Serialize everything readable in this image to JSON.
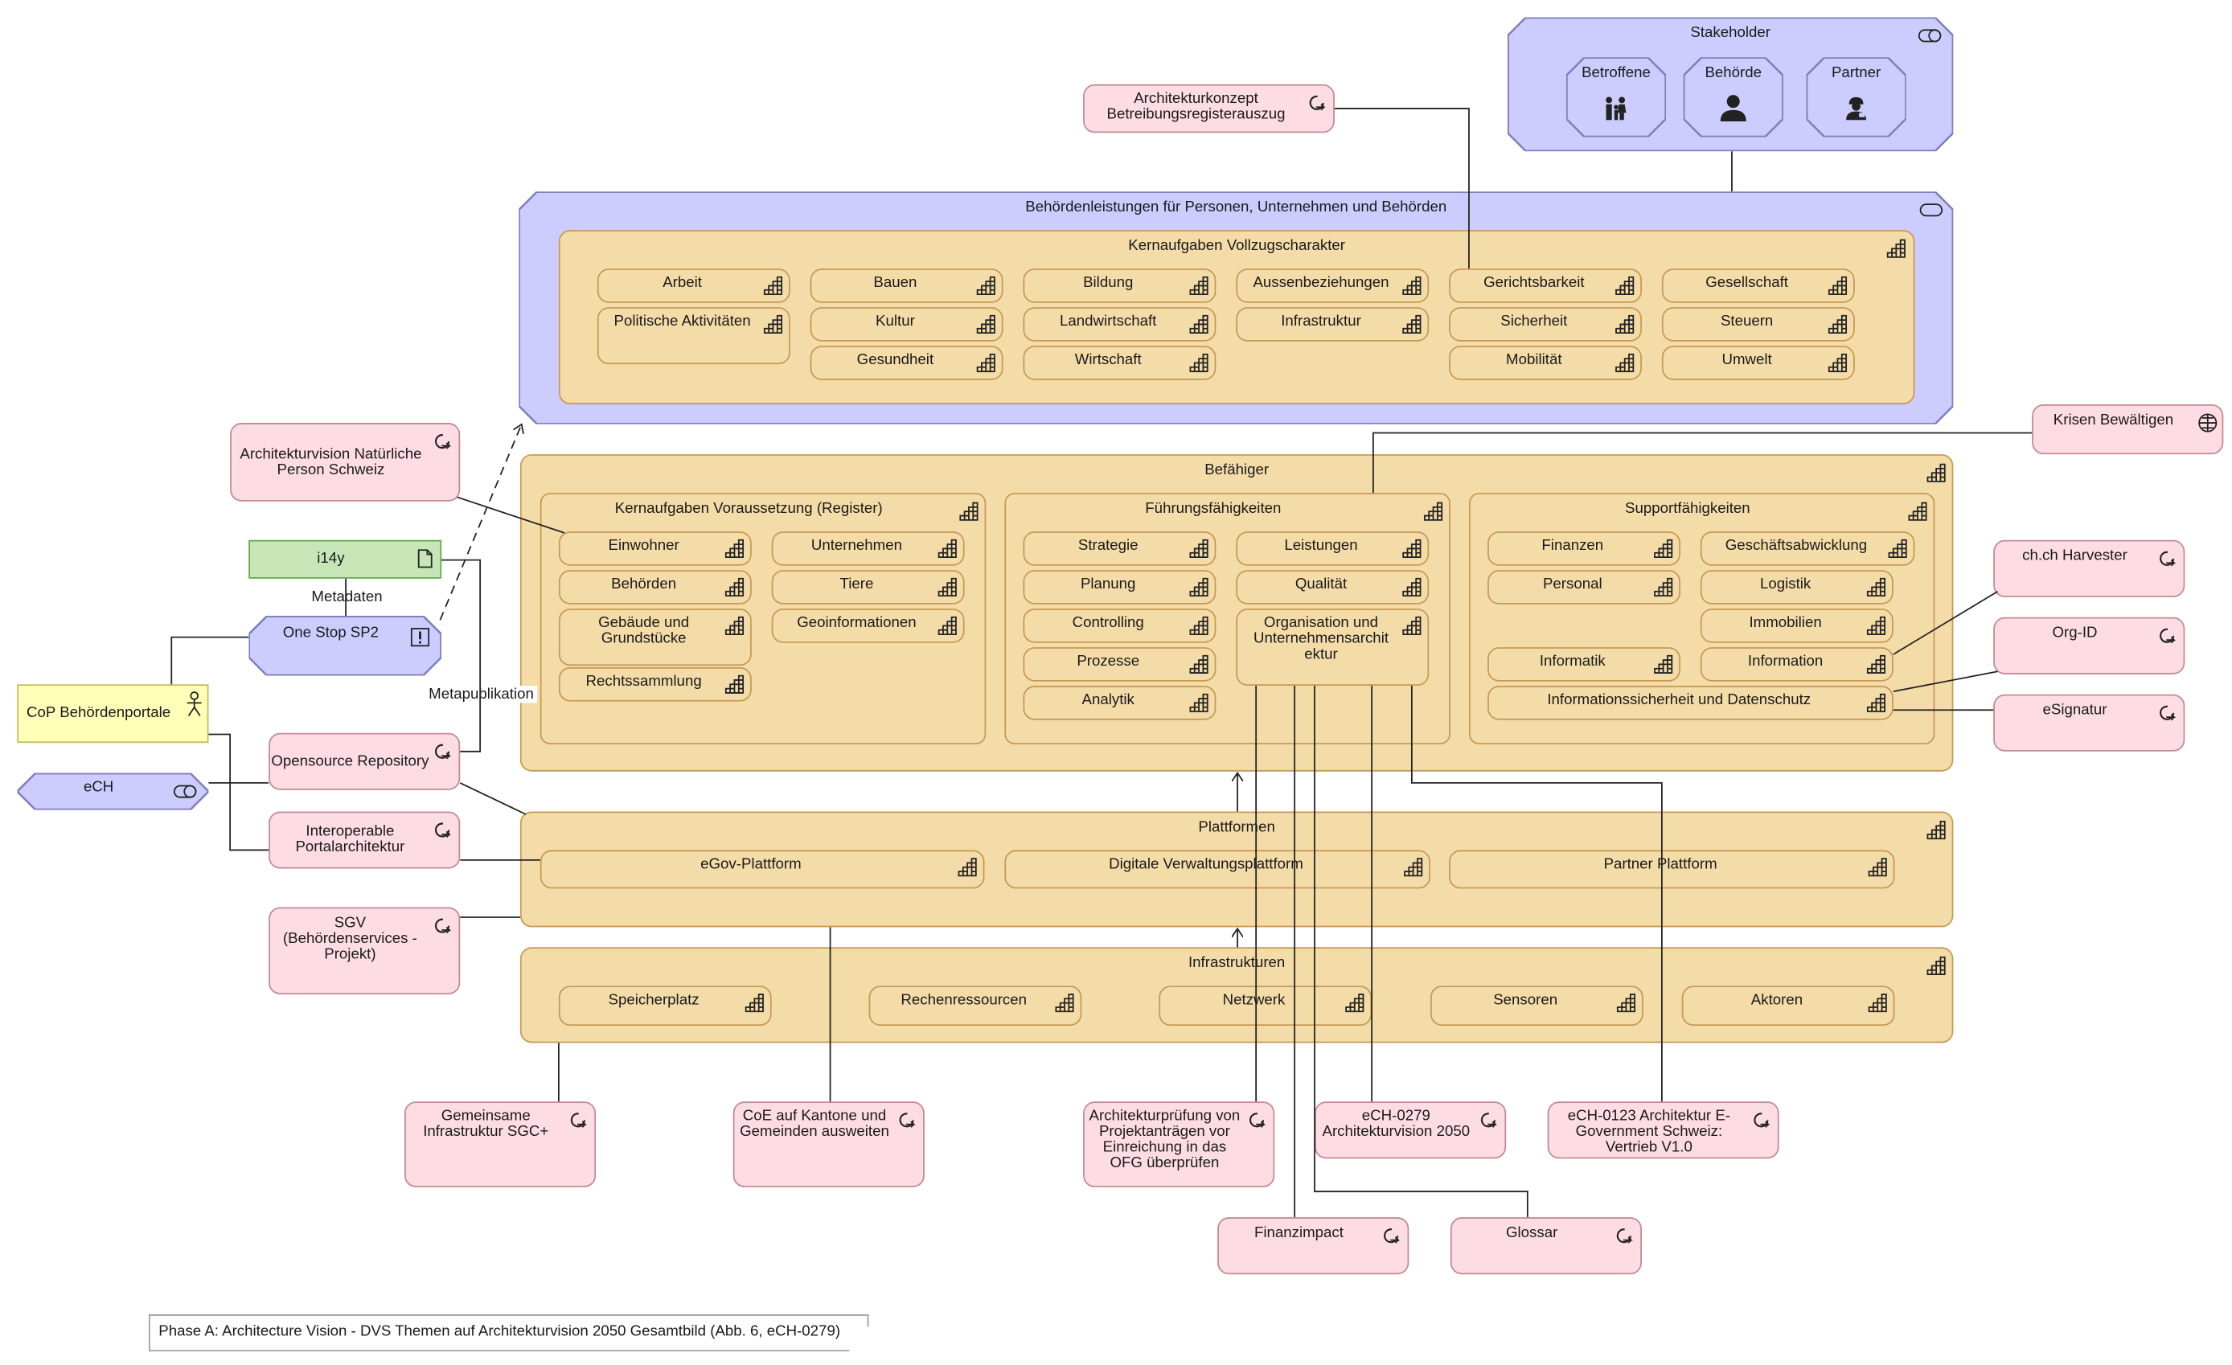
{
  "stakeholder": {
    "title": "Stakeholder",
    "items": [
      "Betroffene",
      "Behörde",
      "Partner"
    ]
  },
  "top_requirement": {
    "line1": "Architekturkonzept",
    "line2": "Betreibungsregisterauszug"
  },
  "services": {
    "title": "Behördenleistungen für Personen, Unternehmen und Behörden",
    "core": {
      "title": "Kernaufgaben Vollzugscharakter",
      "items": [
        "Arbeit",
        "Politische Aktivitäten",
        "Bauen",
        "Kultur",
        "Gesundheit",
        "Bildung",
        "Landwirtschaft",
        "Wirtschaft",
        "Aussenbeziehungen",
        "Infrastruktur",
        "Gerichtsbarkeit",
        "Sicherheit",
        "Mobilität",
        "Gesellschaft",
        "Steuern",
        "Umwelt"
      ]
    }
  },
  "enabler": {
    "title": "Befähiger",
    "registers": {
      "title": "Kernaufgaben Voraussetzung (Register)",
      "items": [
        "Einwohner",
        "Behörden",
        "Gebäude und Grundstücke",
        "Rechtssammlung",
        "Unternehmen",
        "Tiere",
        "Geoinformationen"
      ]
    },
    "leadership": {
      "title": "Führungsfähigkeiten",
      "items": [
        "Strategie",
        "Planung",
        "Controlling",
        "Prozesse",
        "Analytik",
        "Leistungen",
        "Qualität",
        "Organisation und Unternehmensarchit ektur"
      ]
    },
    "support": {
      "title": "Supportfähigkeiten",
      "items": [
        "Finanzen",
        "Personal",
        "Informatik",
        "Geschäftsabwicklung",
        "Logistik",
        "Immobilien",
        "Information",
        "Informationssicherheit und Datenschutz"
      ]
    }
  },
  "platforms": {
    "title": "Plattformen",
    "items": [
      "eGov-Plattform",
      "Digitale Verwaltungsplattform",
      "Partner Plattform"
    ]
  },
  "infrastructure": {
    "title": "Infrastrukturen",
    "items": [
      "Speicherplatz",
      "Rechenressourcen",
      "Netzwerk",
      "Sensoren",
      "Aktoren"
    ]
  },
  "left": {
    "vision_person": "Architekturvision Natürliche Person Schweiz",
    "i14y": "i14y",
    "metadaten": "Metadaten",
    "onestop": "One Stop SP2",
    "cop": "CoP Behördenportale",
    "ech": "eCH",
    "opensource": "Opensource Repository",
    "metapublikation": "Metapublikation",
    "interoperable": "Interoperable Portalarchitektur",
    "sgv": "SGV (Behördenservices - Projekt)"
  },
  "right": {
    "krisen": "Krisen Bewältigen",
    "harvester": "ch.ch Harvester",
    "orgid": "Org-ID",
    "esignatur": "eSignatur"
  },
  "bottom": {
    "sgc": "Gemeinsame Infrastruktur SGC+",
    "coe": "CoE auf Kantone und Gemeinden ausweiten",
    "pruefung": "Architekturprüfung von Projektanträgen vor Einreichung in das OFG überprüfen",
    "ech0279": "eCH-0279 Architekturvision 2050",
    "ech0123": "eCH-0123 Architektur E-Government Schweiz: Vertrieb V1.0",
    "finanz": "Finanzimpact",
    "glossar": "Glossar"
  },
  "caption": "Phase A: Architecture Vision - DVS Themen auf Architekturvision 2050 Gesamtbild (Abb. 6, eCH-0279)",
  "colors": {
    "capability": "#f4dca8",
    "business": "#ccccff",
    "requirement": "#fddde3",
    "application": "#c6e6b8",
    "actor": "#ffffb8"
  }
}
